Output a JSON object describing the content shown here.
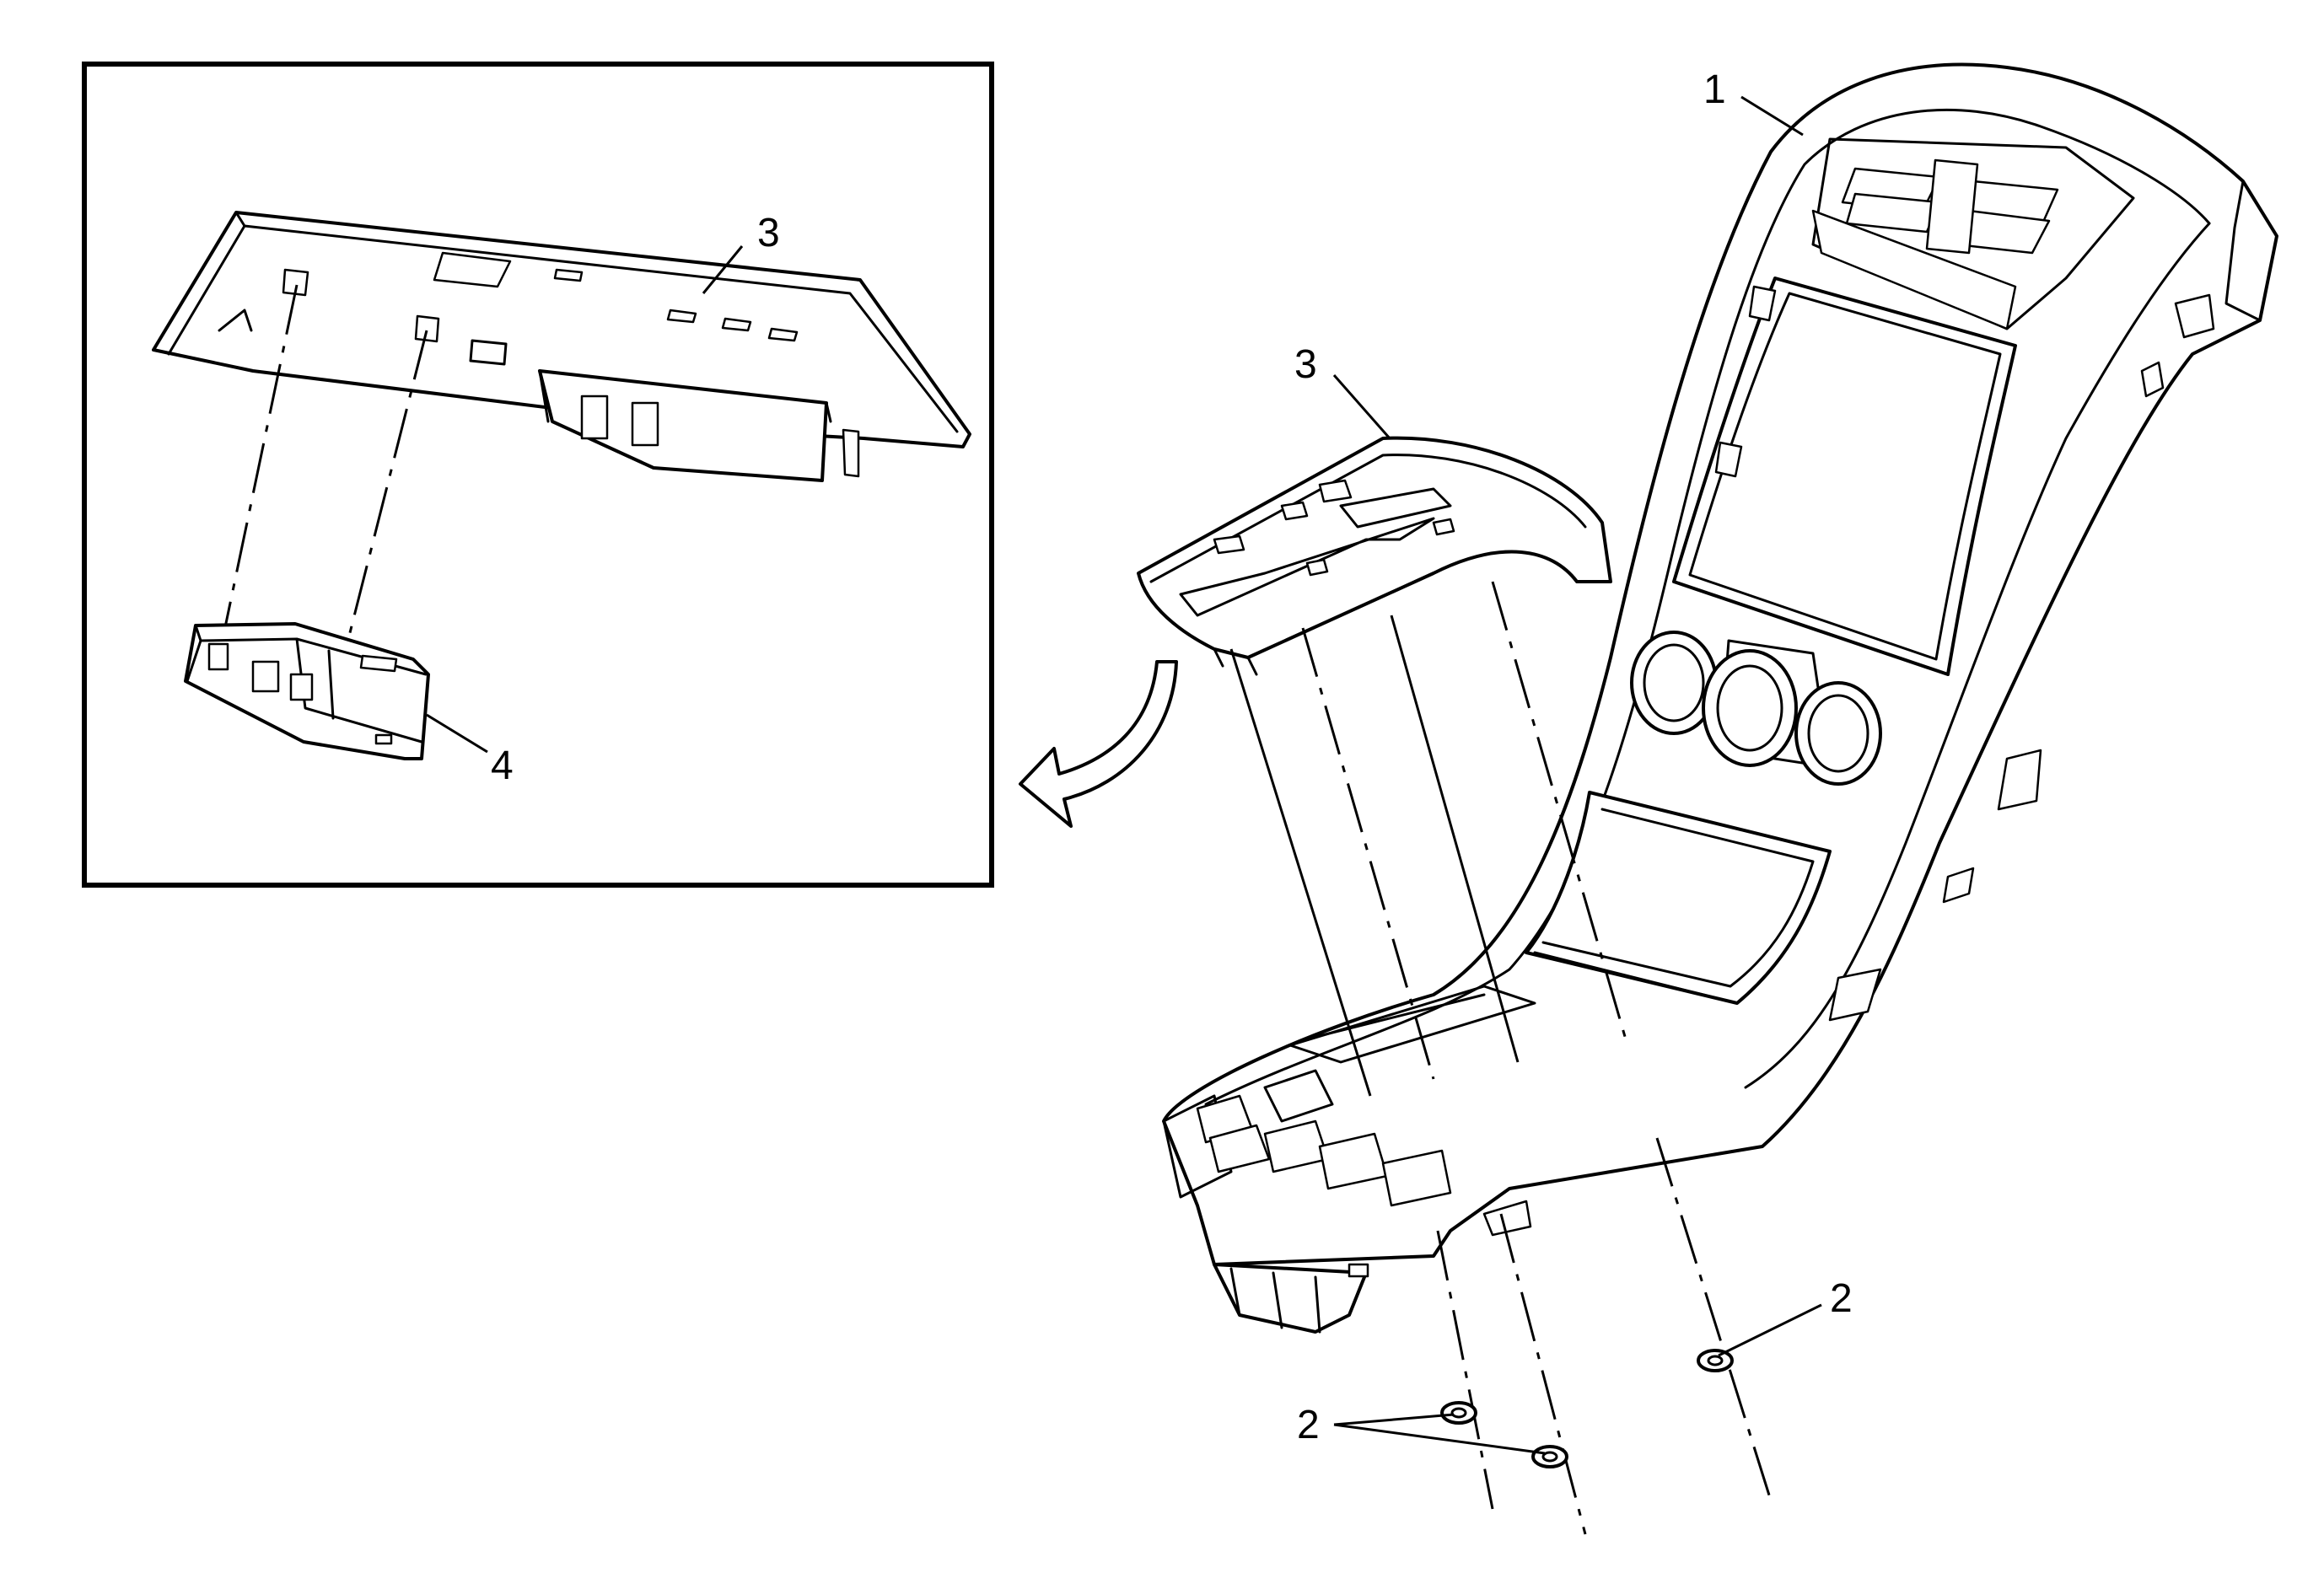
{
  "callouts": {
    "c1": "1",
    "c2a": "2",
    "c2b": "2",
    "c3_inset": "3",
    "c3_main": "3",
    "c4": "4"
  }
}
